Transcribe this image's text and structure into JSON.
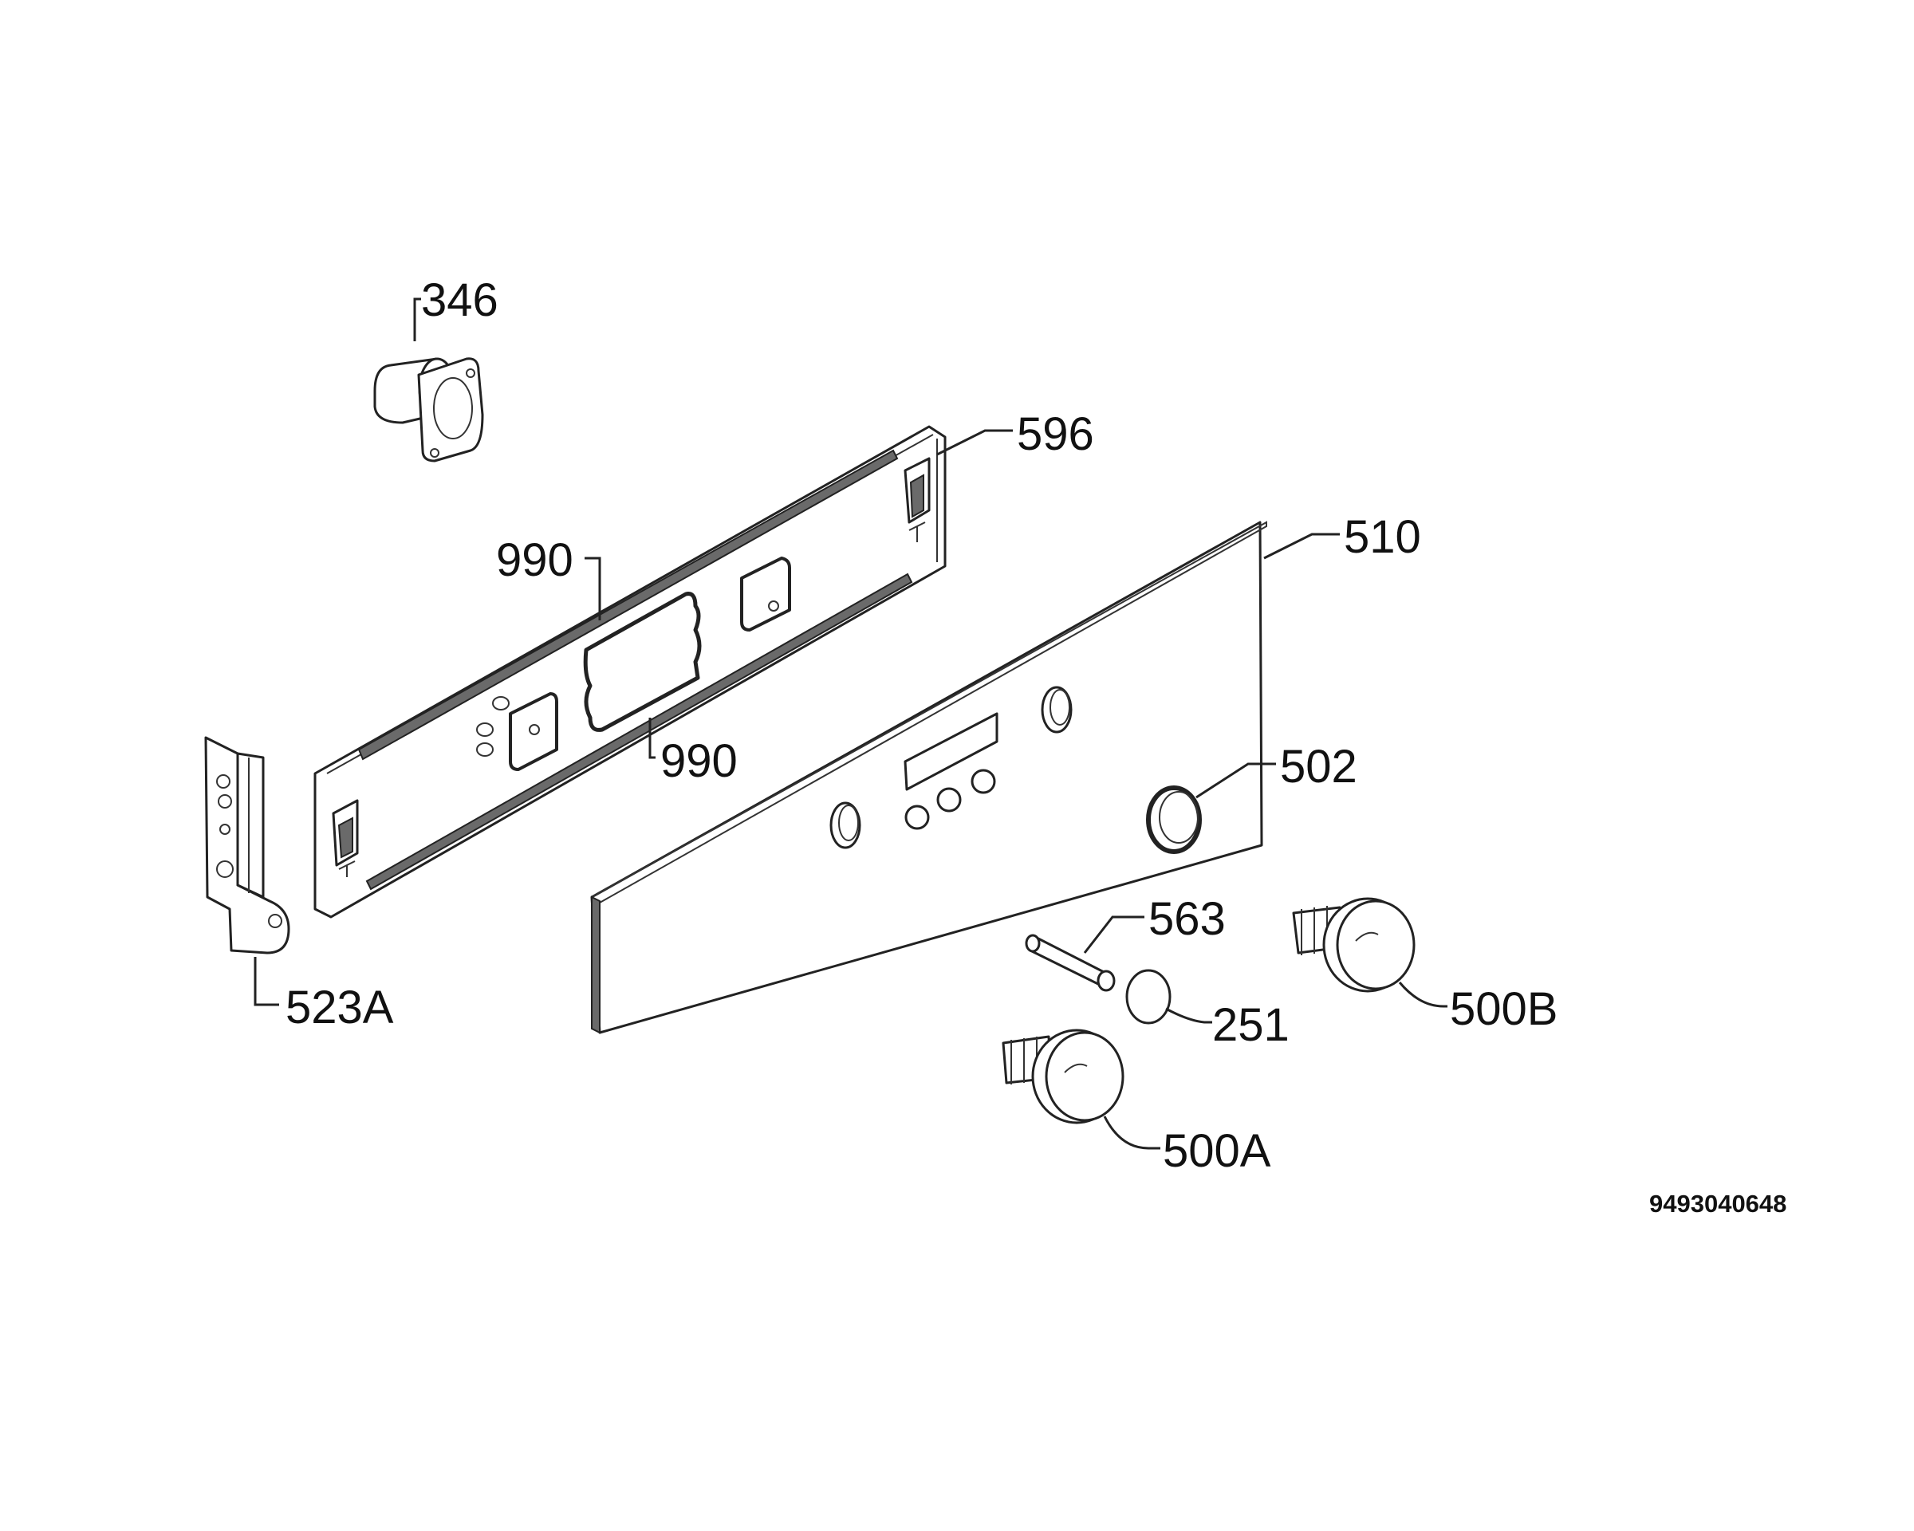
{
  "labels": {
    "p346": "346",
    "p596": "596",
    "p990_top": "990",
    "p990_bottom": "990",
    "p510": "510",
    "p502": "502",
    "p563": "563",
    "p251": "251",
    "p500b": "500B",
    "p500a": "500A",
    "p523a": "523A"
  },
  "doc_number": "9493040648"
}
